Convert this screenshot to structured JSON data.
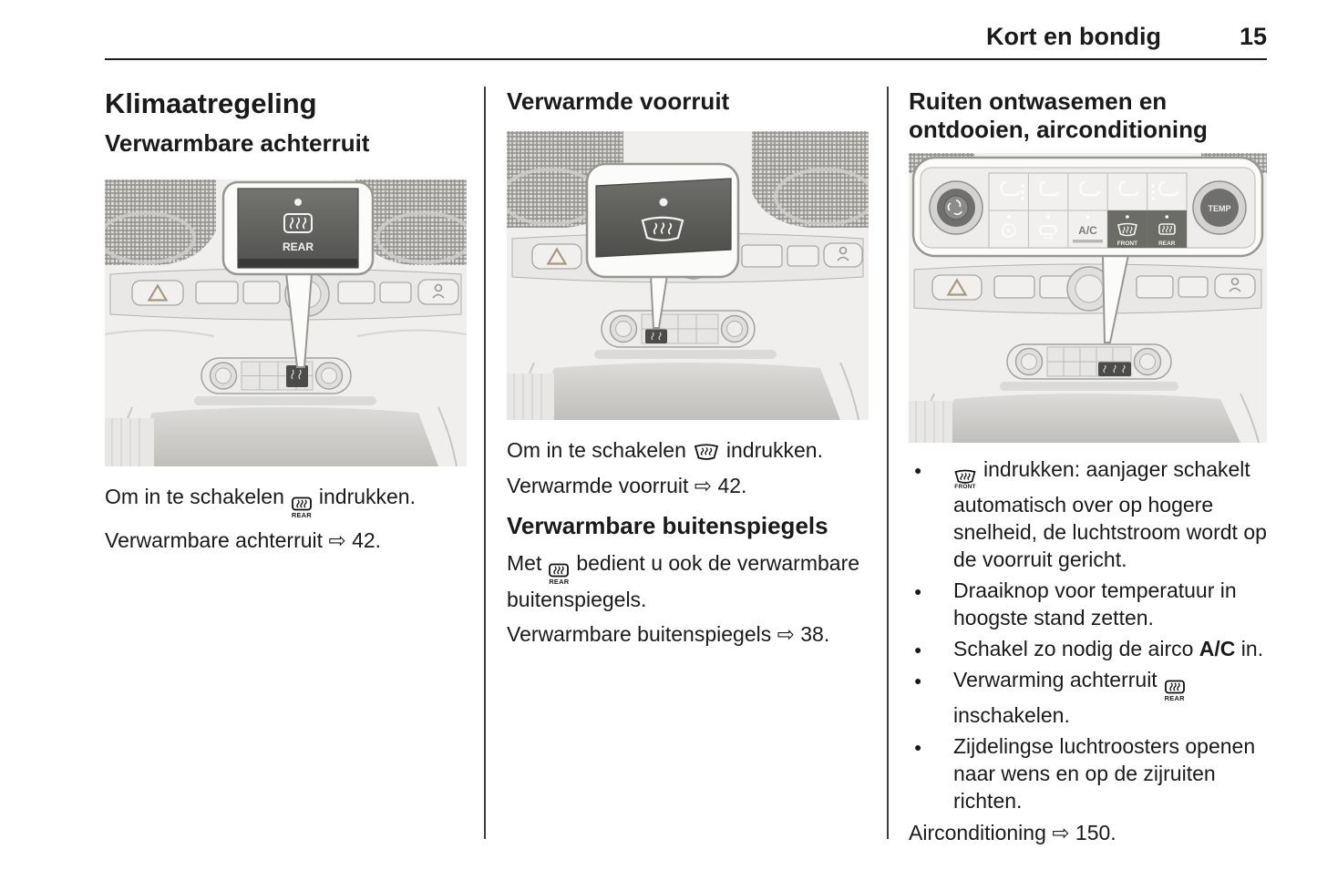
{
  "page": {
    "header_title": "Kort en bondig",
    "page_number": "15"
  },
  "glyphs": {
    "rear_label": "REAR",
    "front_label": "FRONT"
  },
  "col1": {
    "title": "Klimaatregeling",
    "heading": "Verwarmbare achterruit",
    "para1_before": "Om in te schakelen",
    "para1_after": "indrukken.",
    "reference": "Verwarmbare achterruit ⇨ 42."
  },
  "col2": {
    "heading": "Verwarmde voorruit",
    "para1_before": "Om in te schakelen",
    "para1_after": "indrukken.",
    "reference1": "Verwarmde voorruit ⇨ 42.",
    "heading2": "Verwarmbare buitenspiegels",
    "para2_before": "Met",
    "para2_after": "bedient u ook de verwarmbare buitenspiegels.",
    "reference2": "Verwarmbare buitenspiegels ⇨ 38."
  },
  "col3": {
    "heading": "Ruiten ontwasemen en ontdooien, airconditioning",
    "bullet1_after": "indrukken: aanjager schakelt automatisch over op hogere snelheid, de luchtstroom wordt op de voorruit gericht.",
    "bullet2": "Draaiknop voor temperatuur in hoogste stand zetten.",
    "bullet3_before": "Schakel zo nodig de airco",
    "bullet3_button": "A/C",
    "bullet3_after": "in.",
    "bullet4_before": "Verwarming achterruit",
    "bullet4_after": "inschakelen.",
    "bullet5": "Zijdelingse luchtroosters openen naar wens en op de zijruiten richten.",
    "reference": "Airconditioning ⇨ 150."
  },
  "illustration1": {
    "rear_button_label": "REAR"
  },
  "illustration3": {
    "temp_knob_label": "TEMP",
    "ac_button_label": "A/C",
    "front_button_label": "FRONT",
    "rear_button_label": "REAR"
  }
}
